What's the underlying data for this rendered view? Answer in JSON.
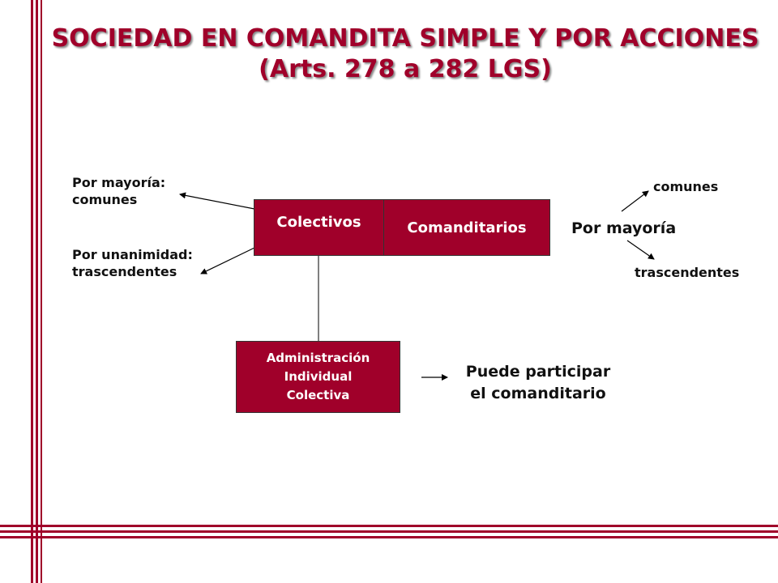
{
  "title": {
    "line1": "SOCIEDAD EN COMANDITA SIMPLE Y POR ACCIONES",
    "line2": "(Arts. 278 a 282 LGS)"
  },
  "boxes": {
    "colectivos": "Colectivos",
    "comanditarios": "Comanditarios",
    "administracion_l1": "Administración",
    "administracion_l2": "Individual",
    "administracion_l3": "Colectiva"
  },
  "left": {
    "mayoria_l1": "Por mayoría:",
    "mayoria_l2": "comunes",
    "unanimidad_l1": "Por unanimidad:",
    "unanimidad_l2": "trascendentes"
  },
  "right": {
    "por_mayoria": "Por mayoría",
    "comunes": "comunes",
    "trascendentes": "trascendentes"
  },
  "bottom": {
    "puede_l1": "Puede participar",
    "puede_l2": "el comanditario"
  },
  "colors": {
    "accent": "#a0002a"
  }
}
